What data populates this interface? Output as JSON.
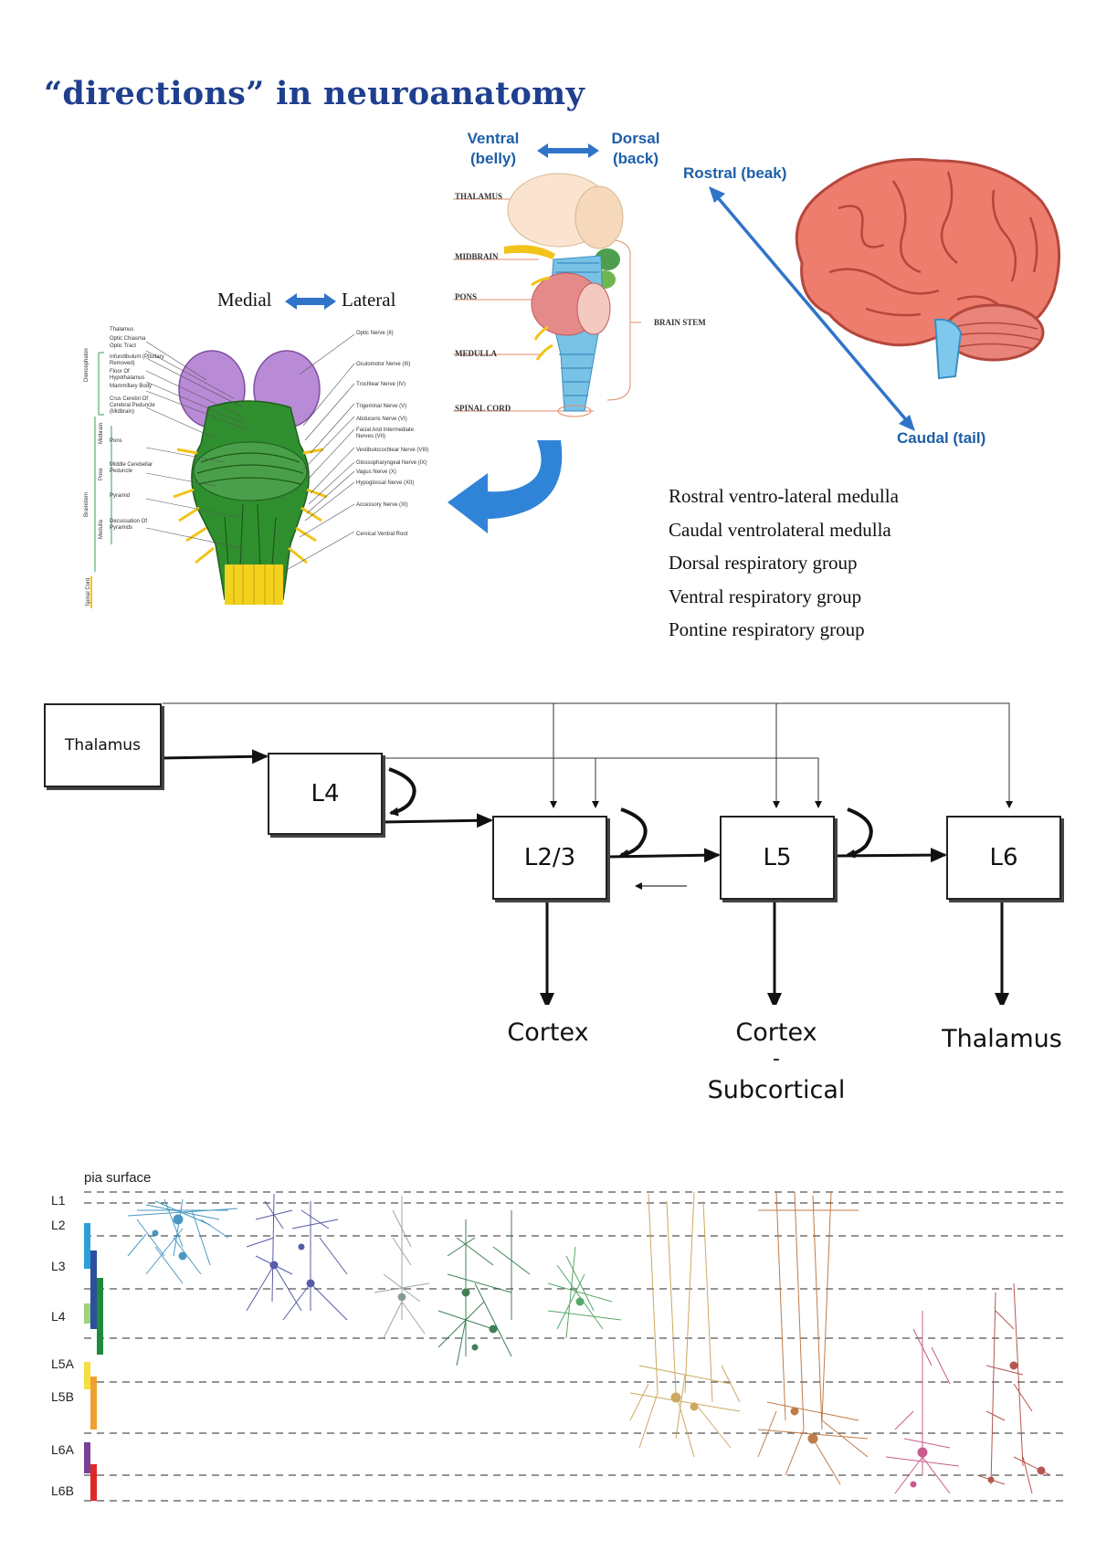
{
  "title": "“directions” in neuroanatomy",
  "top_section": {
    "ventral": "Ventral",
    "ventral_sub": "(belly)",
    "dorsal": "Dorsal",
    "dorsal_sub": "(back)",
    "rostral": "Rostral (beak)",
    "caudal": "Caudal (tail)",
    "medial": "Medial",
    "lateral": "Lateral",
    "brainstem_side_labels": {
      "thalamus": "THALAMUS",
      "midbrain": "MIDBRAIN",
      "pons": "PONS",
      "medulla": "MEDULLA",
      "spinal_cord": "SPINAL CORD",
      "brain_stem": "BRAIN STEM"
    },
    "ventral_view_left_labels": [
      "Thalamus",
      "Optic Chiasma",
      "Optic Tract",
      "Infundibulum (Pituitary Removed)",
      "Floor Of Hypothalamus",
      "Mammillary Body",
      "Crus Cerebri Of Cerebral Peduncle (Midbrain)",
      "Pons",
      "Middle Cerebellar Peduncle",
      "Pyramid",
      "Decussation Of Pyramids"
    ],
    "ventral_view_right_labels": [
      "Optic Nerve (II)",
      "Oculomotor Nerve (III)",
      "Trochlear Nerve (IV)",
      "Trigeminal Nerve (V)",
      "Abducens Nerve (VI)",
      "Facial And Intermediate Nerves (VII)",
      "Vestibulocochlear Nerve (VIII)",
      "Glossopharyngeal Nerve (IX)",
      "Vagus Nerve (X)",
      "Hypoglossal Nerve (XII)",
      "Accessory Nerve (XI)",
      "Cervical Ventral Root"
    ],
    "ventral_view_region_labels": [
      "Diencephalon",
      "Midbrain",
      "Pons",
      "Medulla",
      "Brainstem",
      "Spinal Cord"
    ],
    "terms": [
      "Rostral ventro-lateral medulla",
      "Caudal ventrolateral medulla",
      "Dorsal respiratory group",
      "Ventral respiratory group",
      "Pontine respiratory group"
    ],
    "colors": {
      "title": "#1f3f8f",
      "arrow_blue": "#2f74c9",
      "brain_pink": "#e9786a",
      "brainstem_green": "#2f8f2f",
      "purple": "#b07cd0",
      "yellow": "#f2c318"
    }
  },
  "flow_diagram": {
    "boxes": {
      "thalamus": "Thalamus",
      "l4": "L4",
      "l23": "L2/3",
      "l5": "L5",
      "l6": "L6"
    },
    "outputs": {
      "l23": "Cortex",
      "l5_line1": "Cortex",
      "l5_line2": "-",
      "l5_line3": "Subcortical",
      "l6": "Thalamus"
    }
  },
  "layers_figure": {
    "pia_label": "pia surface",
    "layer_labels": [
      "L1",
      "L2",
      "L3",
      "L4",
      "L5A",
      "L5B",
      "L6A",
      "L6B"
    ],
    "neuron_colors": [
      "#2a87b8",
      "#3b3f98",
      "#8a9a90",
      "#1f6b3a",
      "#3a9a4e",
      "#c49a45",
      "#b5652b",
      "#c0407a",
      "#a93a30"
    ],
    "bar_colors": [
      "#2aa0d8",
      "#2d4fa0",
      "#9bd47a",
      "#1e8a3a",
      "#f5e040",
      "#f0a030",
      "#7a3f98",
      "#e02828"
    ]
  }
}
